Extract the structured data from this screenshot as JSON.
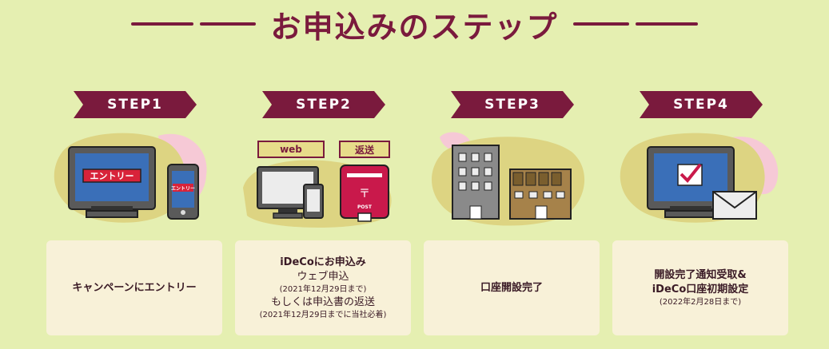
{
  "page_title": "お申込みのステップ",
  "colors": {
    "background": "#e5efb1",
    "accent": "#7a1a3d",
    "card": "#f8f1d8"
  },
  "steps": [
    {
      "label": "STEP1",
      "lines": [
        "キャンペーンにエントリー"
      ],
      "screen_text": "エントリー",
      "phone_text": "エントリー"
    },
    {
      "label": "STEP2",
      "tags": [
        "web",
        "返送"
      ],
      "mailbox_text": "POST",
      "lines": [
        "iDeCoにお申込み",
        "ウェブ申込",
        "(2021年12月29日まで)",
        "もしくは申込書の返送",
        "(2021年12月29日までに当社必着)"
      ]
    },
    {
      "label": "STEP3",
      "lines": [
        "口座開設完了"
      ]
    },
    {
      "label": "STEP4",
      "lines": [
        "開設完了通知受取&",
        "iDeCo口座初期設定",
        "(2022年2月28日まで)"
      ]
    }
  ]
}
